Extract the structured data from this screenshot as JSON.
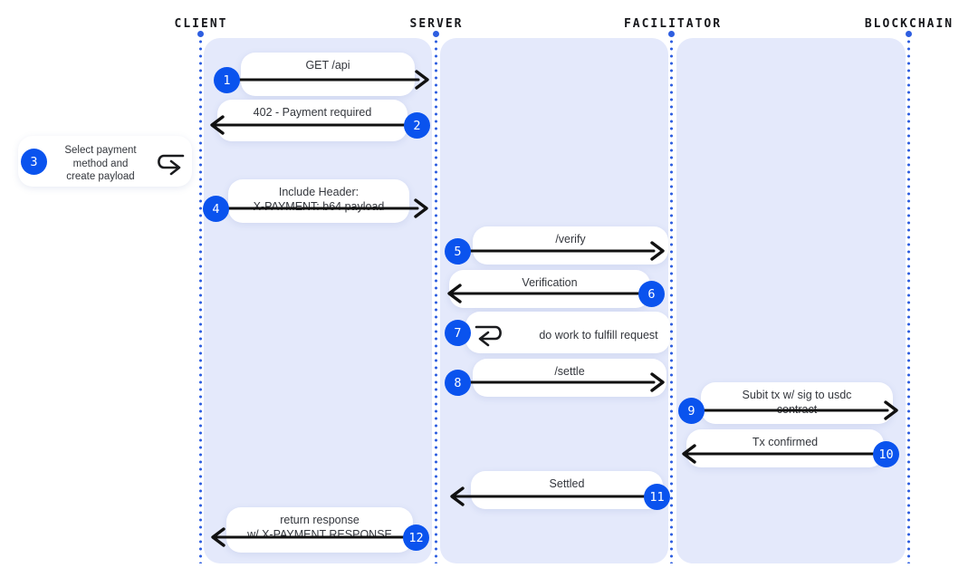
{
  "diagram_type": "sequence-diagram (x402 payment flow)",
  "colors": {
    "accent_blue": "#0a53ee",
    "lifeline_blue": "#2e5ee0",
    "lane_background": "#e4e9fb",
    "arrow_black": "#111111",
    "bubble_white": "#ffffff"
  },
  "actors": [
    {
      "label": "CLIENT"
    },
    {
      "label": "SERVER"
    },
    {
      "label": "FACILITATOR"
    },
    {
      "label": "BLOCKCHAIN"
    }
  ],
  "messages": [
    {
      "step": "1",
      "lines": [
        "GET /api"
      ],
      "from": "CLIENT",
      "to": "SERVER",
      "direction": "right"
    },
    {
      "step": "2",
      "lines": [
        "402 - Payment required"
      ],
      "from": "SERVER",
      "to": "CLIENT",
      "direction": "left"
    },
    {
      "step": "3",
      "lines": [
        "Select payment",
        "method and",
        "create payload"
      ],
      "type": "self-action",
      "actor": "CLIENT",
      "icon": "loop-right-icon"
    },
    {
      "step": "4",
      "lines": [
        "Include Header:",
        "X-PAYMENT: b64 payload"
      ],
      "from": "CLIENT",
      "to": "SERVER",
      "direction": "right"
    },
    {
      "step": "5",
      "lines": [
        "/verify"
      ],
      "from": "SERVER",
      "to": "FACILITATOR",
      "direction": "right"
    },
    {
      "step": "6",
      "lines": [
        "Verification"
      ],
      "from": "FACILITATOR",
      "to": "SERVER",
      "direction": "left"
    },
    {
      "step": "7",
      "lines": [
        "do work to fulfill request"
      ],
      "type": "self-action",
      "actor": "SERVER",
      "icon": "loop-left-icon"
    },
    {
      "step": "8",
      "lines": [
        "/settle"
      ],
      "from": "SERVER",
      "to": "FACILITATOR",
      "direction": "right"
    },
    {
      "step": "9",
      "lines": [
        "Subit tx w/ sig to usdc",
        "contract"
      ],
      "from": "FACILITATOR",
      "to": "BLOCKCHAIN",
      "direction": "right"
    },
    {
      "step": "10",
      "lines": [
        "Tx confirmed"
      ],
      "from": "BLOCKCHAIN",
      "to": "FACILITATOR",
      "direction": "left"
    },
    {
      "step": "11",
      "lines": [
        "Settled"
      ],
      "from": "FACILITATOR",
      "to": "SERVER",
      "direction": "left"
    },
    {
      "step": "12",
      "lines": [
        "return response",
        "w/ X-PAYMENT RESPONSE"
      ],
      "from": "SERVER",
      "to": "CLIENT",
      "direction": "left"
    }
  ]
}
